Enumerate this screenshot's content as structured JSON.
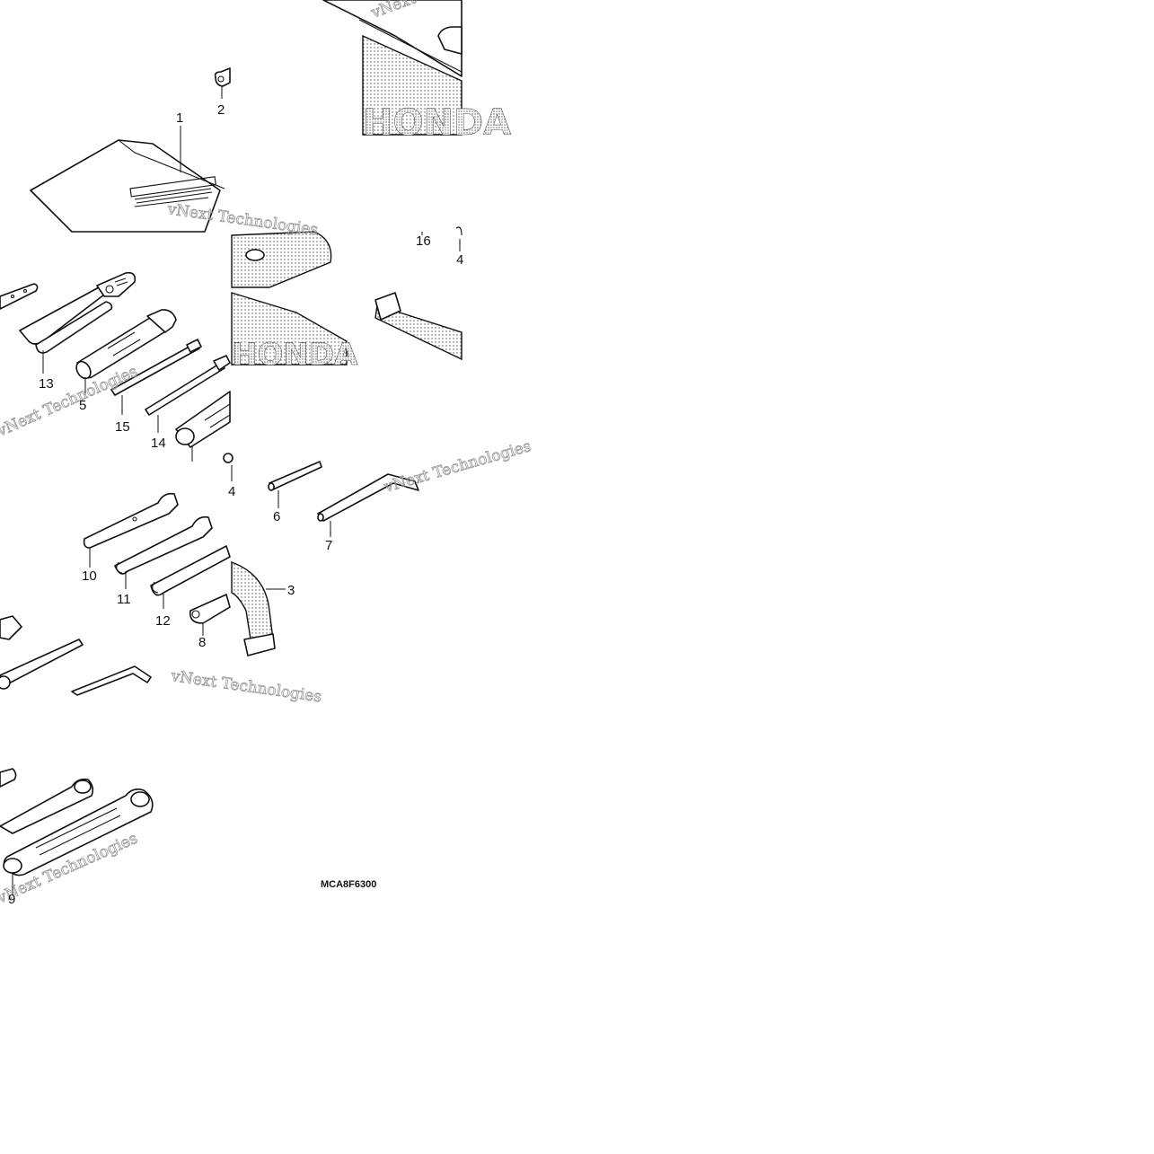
{
  "diagram_code": "MCA8F6300",
  "brand_text_top": "HONDA",
  "brand_text_mid": "HONDA",
  "watermark_texts": [
    "vNext Technologies"
  ],
  "callouts": {
    "c1": "1",
    "c2": "2",
    "c3": "3",
    "c4a": "4",
    "c4b": "4",
    "c5": "5",
    "c6": "6",
    "c7": "7",
    "c8": "8",
    "c9": "9",
    "c10": "10",
    "c11": "11",
    "c12": "12",
    "c13": "13",
    "c14": "14",
    "c15": "15",
    "c16": "16"
  }
}
